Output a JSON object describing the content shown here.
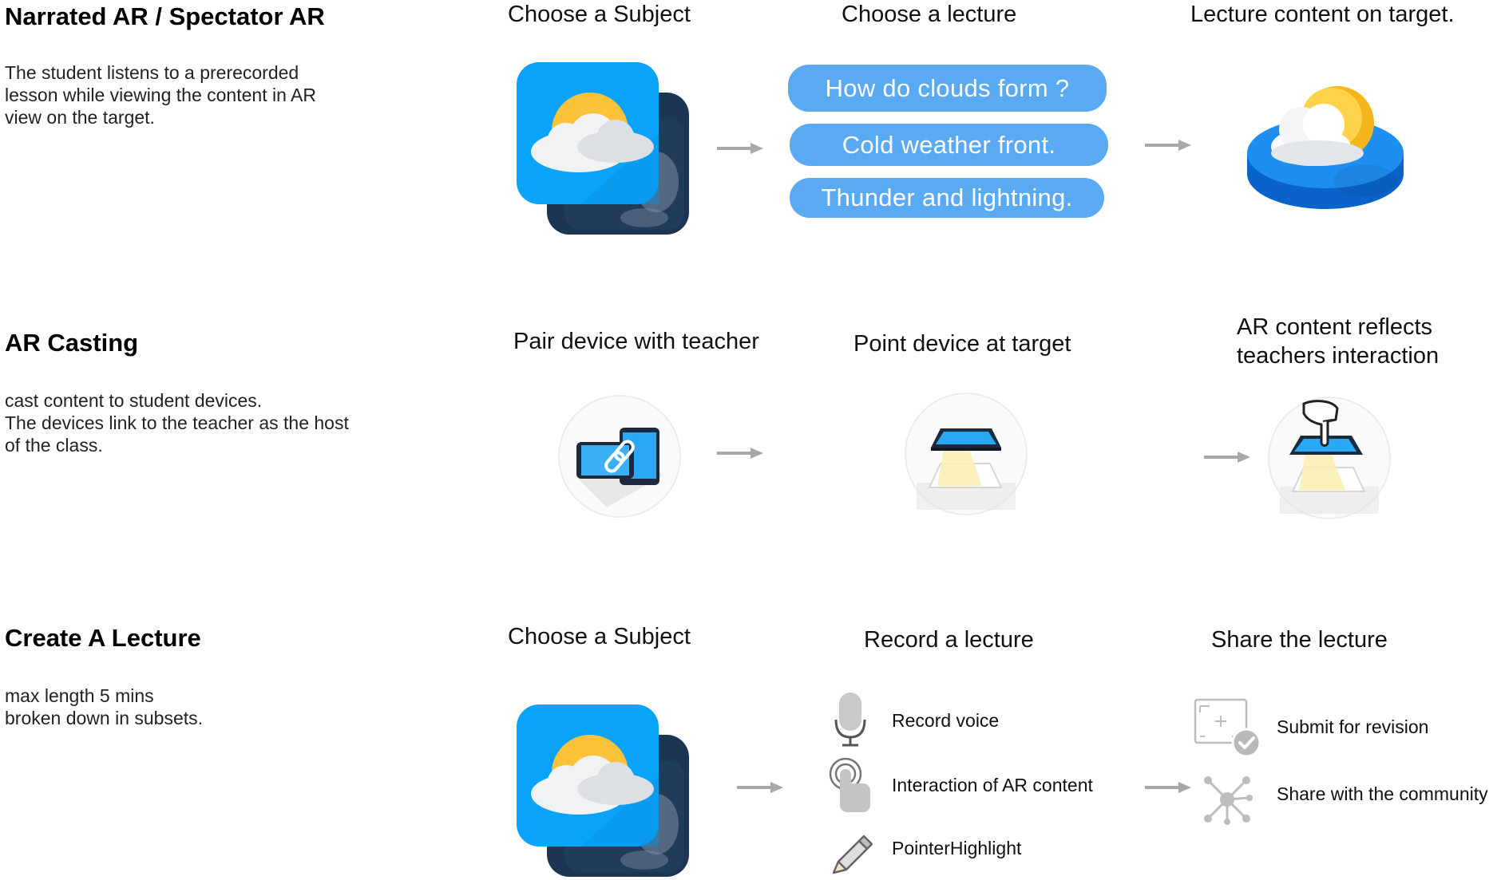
{
  "colors": {
    "pill": "#5aa9f3",
    "app_blue": "#09a4f9",
    "app_dark": "#1c3552",
    "sun": "#fcc33a",
    "arrow": "#a8a8a8",
    "icon_grey": "#b9b9b9"
  },
  "rows": [
    {
      "title": "Narrated AR / Spectator AR",
      "description": "The student listens to a prerecorded\nlesson  while viewing the content in AR\nview on the target.",
      "steps": [
        "Choose a Subject",
        "Choose a lecture",
        "Lecture content on target."
      ],
      "lectures": [
        "How do clouds form ?",
        "Cold weather front.",
        "Thunder and lightning."
      ],
      "icons": [
        "weather-app-icon",
        "cloud-sun-3d-icon"
      ]
    },
    {
      "title": "AR Casting",
      "description": "cast content to student devices.\nThe devices link to the teacher as the host\nof the class.",
      "steps": [
        "Pair device with teacher",
        "Point device at target",
        "AR content reflects\nteachers interaction"
      ],
      "icons": [
        "pair-devices-icon",
        "tablet-target-icon",
        "hand-tablet-icon"
      ]
    },
    {
      "title": "Create A Lecture",
      "description": "max length 5 mins\nbroken down in subsets.",
      "steps": [
        "Choose a Subject",
        "Record a lecture",
        "Share the lecture"
      ],
      "record_options": [
        {
          "label": "Record voice",
          "icon": "microphone-icon"
        },
        {
          "label": "Interaction of AR content",
          "icon": "touch-icon"
        },
        {
          "label": "PointerHighlight",
          "icon": "pencil-icon"
        }
      ],
      "share_options": [
        {
          "label": "Submit for revision",
          "icon": "submit-revision-icon"
        },
        {
          "label": "Share with the community",
          "icon": "community-network-icon"
        }
      ]
    }
  ]
}
